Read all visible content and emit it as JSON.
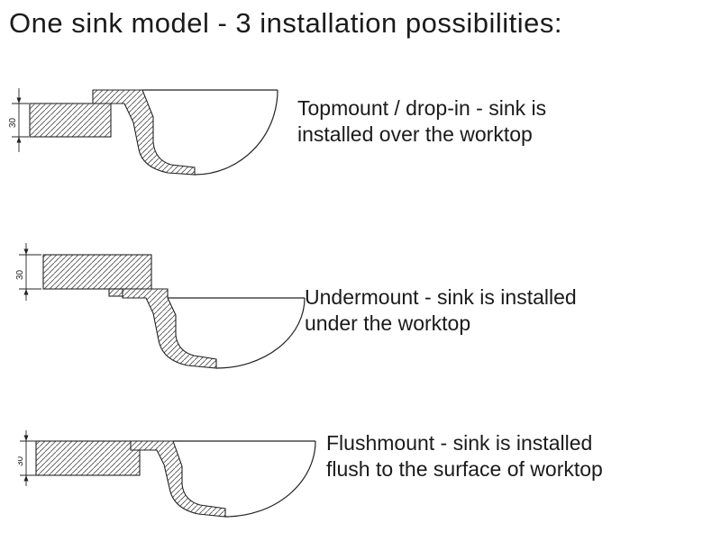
{
  "title": "One sink model - 3 installation possibilities:",
  "colors": {
    "line": "#232323",
    "background": "#ffffff"
  },
  "diagrams": [
    {
      "id": "topmount",
      "dimension": "30",
      "caption_line1": "Topmount / drop-in - sink is",
      "caption_line2": "installed over the worktop"
    },
    {
      "id": "undermount",
      "dimension": "30",
      "caption_line1": "Undermount - sink is installed",
      "caption_line2": "under the worktop"
    },
    {
      "id": "flushmount",
      "dimension": "30",
      "caption_line1": "Flushmount - sink is installed",
      "caption_line2": "flush to the surface of worktop"
    }
  ]
}
